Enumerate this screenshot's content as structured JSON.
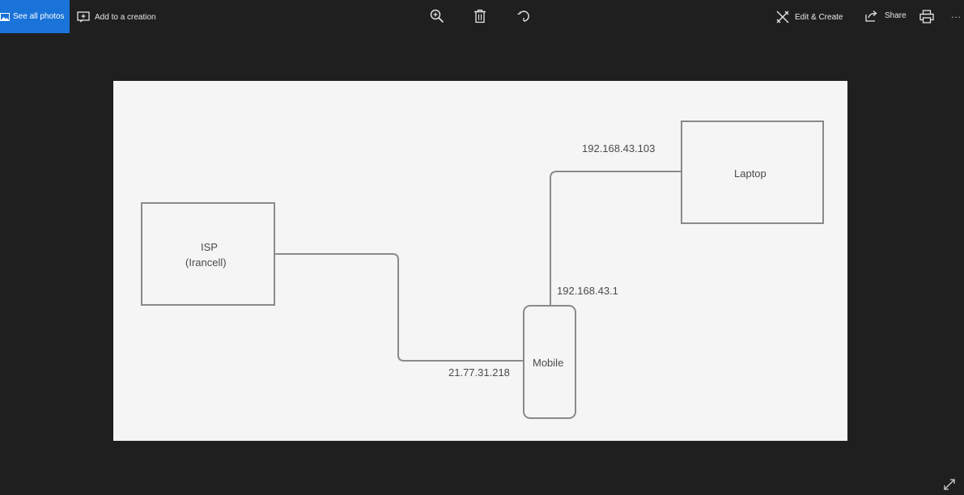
{
  "toolbar": {
    "see_all_photos": "See all photos",
    "add_to_creation": "Add to a creation",
    "edit_create": "Edit & Create",
    "share": "Share",
    "more": "...",
    "icons": [
      "zoom-in-icon",
      "delete-icon",
      "rotate-icon",
      "edit-create-icon",
      "share-icon",
      "print-icon"
    ]
  },
  "diagram": {
    "isp_line1": "ISP",
    "isp_line2": "(Irancell)",
    "laptop": "Laptop",
    "mobile": "Mobile",
    "ip_isp_to_mobile": "21.77.31.218",
    "ip_mobile_gateway": "192.168.43.1",
    "ip_laptop": "192.168.43.103"
  },
  "colors": {
    "background": "#1f1f1f",
    "accent": "#1a73d9",
    "canvas": "#f5f5f5",
    "line": "#8a8a8a"
  }
}
